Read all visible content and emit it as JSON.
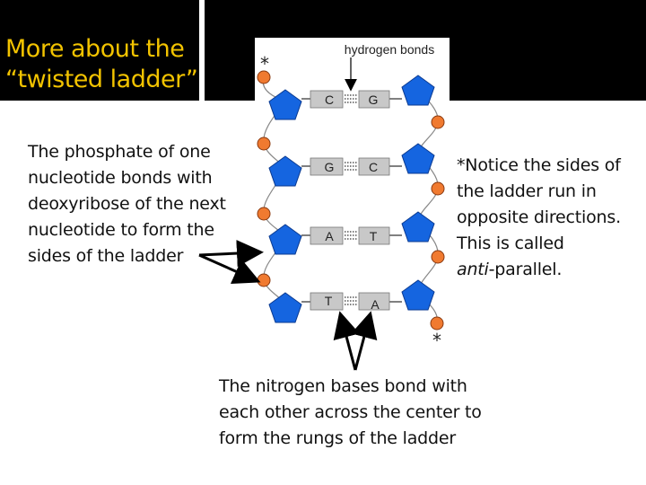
{
  "title": {
    "lines": [
      "More about the",
      "“twisted ladder”"
    ]
  },
  "diagram": {
    "hydrogen_bonds_label": "hydrogen bonds",
    "asterisk": "*",
    "pairs": [
      {
        "left": "C",
        "right": "G"
      },
      {
        "left": "G",
        "right": "C"
      },
      {
        "left": "A",
        "right": "T"
      },
      {
        "left": "T",
        "right": "A"
      }
    ]
  },
  "left_note": {
    "lines": [
      "The phosphate of one",
      "nucleotide bonds with",
      "deoxyribose of the next",
      "nucleotide to form the",
      "sides of the ladder"
    ]
  },
  "right_note": {
    "lines": [
      "*Notice the sides of",
      "the ladder run in",
      "opposite directions.",
      "This is called"
    ],
    "last_italic": "anti",
    "last_rest": "-parallel."
  },
  "bottom_note": {
    "lines": [
      "The nitrogen bases bond with",
      "each other across the center to",
      "form the rungs of the ladder"
    ]
  },
  "colors": {
    "title": "#f2c300",
    "sugar": "#1565e0",
    "phosphate": "#f07a30",
    "base": "#c8c8c8"
  }
}
